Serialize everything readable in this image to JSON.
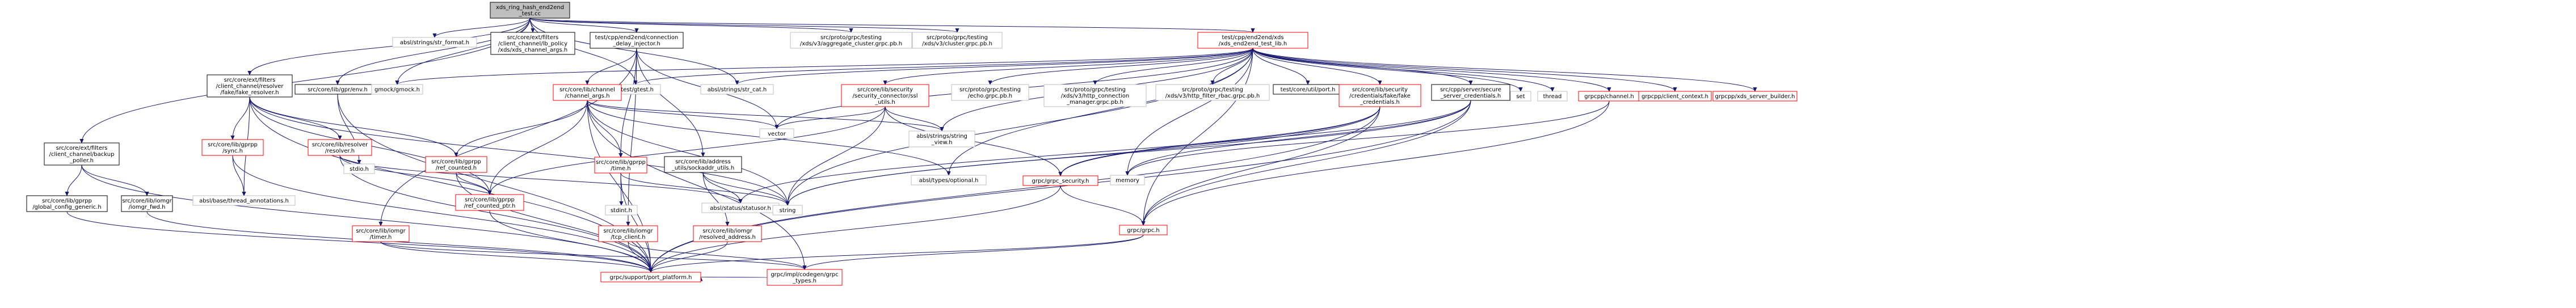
{
  "diagram": {
    "nodes": [
      {
        "id": "root",
        "lines": [
          "xds_ring_hash_end2end",
          "_test.cc"
        ],
        "kind": "root"
      },
      {
        "id": "backup_poller",
        "lines": [
          "src/core/ext/filters",
          "/client_channel/backup",
          "_poller.h"
        ],
        "kind": "normal"
      },
      {
        "id": "fake_resolver",
        "lines": [
          "src/core/ext/filters",
          "/client_channel/resolver",
          "/fake/fake_resolver.h"
        ],
        "kind": "normal"
      },
      {
        "id": "env",
        "lines": [
          "src/core/lib/gpr/env.h"
        ],
        "kind": "normal"
      },
      {
        "id": "gmock",
        "lines": [
          "gmock/gmock.h"
        ],
        "kind": "missing"
      },
      {
        "id": "str_format",
        "lines": [
          "absl/strings/str_format.h"
        ],
        "kind": "missing"
      },
      {
        "id": "xds_channel_args",
        "lines": [
          "src/core/ext/filters",
          "/client_channel/lb_policy",
          "/xds/xds_channel_args.h"
        ],
        "kind": "normal"
      },
      {
        "id": "delay_injector",
        "lines": [
          "test/cpp/end2end/connection",
          "_delay_injector.h"
        ],
        "kind": "normal"
      },
      {
        "id": "gtest",
        "lines": [
          "gtest/gtest.h"
        ],
        "kind": "missing"
      },
      {
        "id": "str_cat",
        "lines": [
          "absl/strings/str_cat.h"
        ],
        "kind": "missing"
      },
      {
        "id": "aggregate_cluster",
        "lines": [
          "src/proto/grpc/testing",
          "/xds/v3/aggregate_cluster.grpc.pb.h"
        ],
        "kind": "missing"
      },
      {
        "id": "cluster_pb",
        "lines": [
          "src/proto/grpc/testing",
          "/xds/v3/cluster.grpc.pb.h"
        ],
        "kind": "missing"
      },
      {
        "id": "xds_test_lib",
        "lines": [
          "test/cpp/end2end/xds",
          "/xds_end2end_test_lib.h"
        ],
        "kind": "red"
      },
      {
        "id": "global_config",
        "lines": [
          "src/core/lib/gprpp",
          "/global_config_generic.h"
        ],
        "kind": "normal"
      },
      {
        "id": "iomgr_fwd",
        "lines": [
          "src/core/lib/iomgr",
          "/iomgr_fwd.h"
        ],
        "kind": "normal"
      },
      {
        "id": "gprpp_sync",
        "lines": [
          "src/core/lib/gprpp",
          "/sync.h"
        ],
        "kind": "red"
      },
      {
        "id": "thread_annotations",
        "lines": [
          "absl/base/thread_annotations.h"
        ],
        "kind": "missing"
      },
      {
        "id": "resolver_h",
        "lines": [
          "src/core/lib/resolver",
          "/resolver.h"
        ],
        "kind": "red"
      },
      {
        "id": "stdio",
        "lines": [
          "stdio.h"
        ],
        "kind": "missing"
      },
      {
        "id": "ref_counted",
        "lines": [
          "src/core/lib/gprpp",
          "/ref_counted.h"
        ],
        "kind": "red"
      },
      {
        "id": "channel_args",
        "lines": [
          "src/core/lib/channel",
          "/channel_args.h"
        ],
        "kind": "red"
      },
      {
        "id": "timer",
        "lines": [
          "src/core/lib/iomgr",
          "/timer.h"
        ],
        "kind": "red"
      },
      {
        "id": "ref_counted_ptr",
        "lines": [
          "src/core/lib/gprpp",
          "/ref_counted_ptr.h"
        ],
        "kind": "red"
      },
      {
        "id": "time_h",
        "lines": [
          "src/core/lib/gprpp",
          "/time.h"
        ],
        "kind": "red"
      },
      {
        "id": "tcp_client",
        "lines": [
          "src/core/lib/iomgr",
          "/tcp_client.h"
        ],
        "kind": "red"
      },
      {
        "id": "sockaddr_utils",
        "lines": [
          "src/core/lib/address",
          "_utils/sockaddr_utils.h"
        ],
        "kind": "normal"
      },
      {
        "id": "resolved_address",
        "lines": [
          "src/core/lib/iomgr",
          "/resolved_address.h"
        ],
        "kind": "red"
      },
      {
        "id": "stdint",
        "lines": [
          "stdint.h"
        ],
        "kind": "missing"
      },
      {
        "id": "status_or",
        "lines": [
          "absl/status/statusor.h"
        ],
        "kind": "missing"
      },
      {
        "id": "vector",
        "lines": [
          "vector"
        ],
        "kind": "missing"
      },
      {
        "id": "security_connector",
        "lines": [
          "src/core/lib/security",
          "/security_connector/ssl",
          "_utils.h"
        ],
        "kind": "red"
      },
      {
        "id": "string_view",
        "lines": [
          "absl/strings/string",
          "_view.h"
        ],
        "kind": "missing"
      },
      {
        "id": "optional",
        "lines": [
          "absl/types/optional.h"
        ],
        "kind": "missing"
      },
      {
        "id": "echo_pb",
        "lines": [
          "src/proto/grpc/testing",
          "/echo.grpc.pb.h"
        ],
        "kind": "missing"
      },
      {
        "id": "lrs_pb",
        "lines": [
          "src/proto/grpc/testing",
          "/xds/v3/http_connection",
          "_manager.grpc.pb.h"
        ],
        "kind": "missing"
      },
      {
        "id": "rbac_pb",
        "lines": [
          "src/proto/grpc/testing",
          "/xds/v3/http_filter_rbac.grpc.pb.h"
        ],
        "kind": "missing"
      },
      {
        "id": "util_port",
        "lines": [
          "test/core/util/port.h"
        ],
        "kind": "normal"
      },
      {
        "id": "fake_credentials",
        "lines": [
          "src/core/lib/security",
          "/credentials/fake/fake",
          "_credentials.h"
        ],
        "kind": "red"
      },
      {
        "id": "secure_server_credentials",
        "lines": [
          "src/cpp/server/secure",
          "_server_credentials.h"
        ],
        "kind": "normal"
      },
      {
        "id": "set",
        "lines": [
          "set"
        ],
        "kind": "missing"
      },
      {
        "id": "thread",
        "lines": [
          "thread"
        ],
        "kind": "missing"
      },
      {
        "id": "grpcpp_channel",
        "lines": [
          "grpcpp/channel.h"
        ],
        "kind": "red"
      },
      {
        "id": "client_context",
        "lines": [
          "grpcpp/client_context.h"
        ],
        "kind": "red"
      },
      {
        "id": "xds_server_builder",
        "lines": [
          "grpcpp/xds_server_builder.h"
        ],
        "kind": "red"
      },
      {
        "id": "grpc_security",
        "lines": [
          "grpc/grpc_security.h"
        ],
        "kind": "red"
      },
      {
        "id": "memory",
        "lines": [
          "memory"
        ],
        "kind": "missing"
      },
      {
        "id": "string",
        "lines": [
          "string"
        ],
        "kind": "missing"
      },
      {
        "id": "grpc_h",
        "lines": [
          "grpc/grpc.h"
        ],
        "kind": "red"
      },
      {
        "id": "port_platform",
        "lines": [
          "grpc/support/port_platform.h"
        ],
        "kind": "red"
      },
      {
        "id": "grpc_types",
        "lines": [
          "grpc/impl/codegen/grpc",
          "_types.h"
        ],
        "kind": "red"
      }
    ]
  }
}
